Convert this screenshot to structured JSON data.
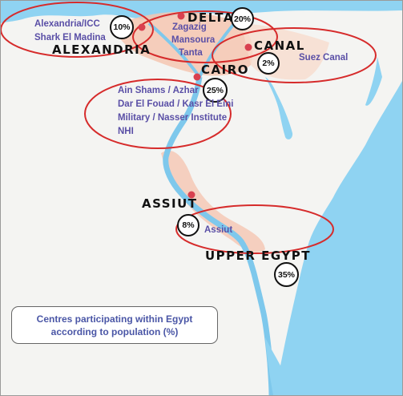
{
  "colors": {
    "water": "#8fd3f2",
    "land": "#f4f4f2",
    "region_highlight": "#f5c6b2",
    "nile": "#7ec8ec",
    "marker": "#d9404f",
    "ellipse": "#d62b2b",
    "label_text": "#5a4fa6"
  },
  "regions": [
    {
      "id": "alexandria",
      "name": "ALEXANDRIA",
      "share": "10%",
      "centres": [
        "Alexandria/ICC",
        "Shark El Madina"
      ]
    },
    {
      "id": "delta",
      "name": "DELTA",
      "share": "20%",
      "centres": [
        "Zagazig",
        "Mansoura",
        "Tanta"
      ]
    },
    {
      "id": "canal",
      "name": "CANAL",
      "share": "2%",
      "centres": [
        "Suez Canal"
      ]
    },
    {
      "id": "cairo",
      "name": "CAIRO",
      "share": "25%",
      "centres": [
        "Ain Shams / Azhar",
        "Dar El Fouad / Kasr El Eini",
        "Military / Nasser Institute",
        "NHI"
      ]
    },
    {
      "id": "assiut",
      "name": "ASSIUT",
      "share": "8%",
      "centres": [
        "Assiut"
      ]
    },
    {
      "id": "upper_egypt",
      "name": "UPPER EGYPT",
      "share": "35%",
      "centres": []
    }
  ],
  "legend": {
    "line1": "Centres participating within Egypt",
    "line2": "according to population (%)"
  }
}
